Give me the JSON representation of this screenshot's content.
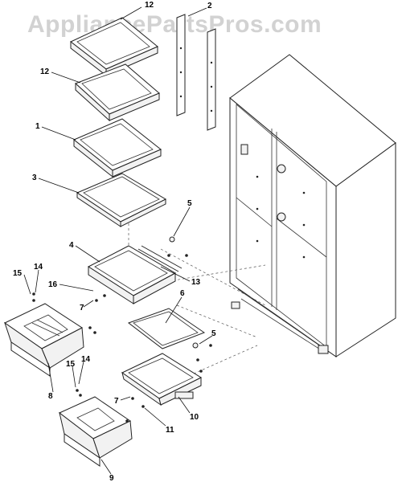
{
  "watermark": "AppliancePartsPros.com",
  "callouts": [
    {
      "id": "12a",
      "text": "12"
    },
    {
      "id": "2",
      "text": "2"
    },
    {
      "id": "12b",
      "text": "12"
    },
    {
      "id": "1",
      "text": "1"
    },
    {
      "id": "3",
      "text": "3"
    },
    {
      "id": "5a",
      "text": "5"
    },
    {
      "id": "4",
      "text": "4"
    },
    {
      "id": "13",
      "text": "13"
    },
    {
      "id": "14a",
      "text": "14"
    },
    {
      "id": "15a",
      "text": "15"
    },
    {
      "id": "16",
      "text": "16"
    },
    {
      "id": "7a",
      "text": "7"
    },
    {
      "id": "6",
      "text": "6"
    },
    {
      "id": "5b",
      "text": "5"
    },
    {
      "id": "8",
      "text": "8"
    },
    {
      "id": "15b",
      "text": "15"
    },
    {
      "id": "14b",
      "text": "14"
    },
    {
      "id": "7b",
      "text": "7"
    },
    {
      "id": "10",
      "text": "10"
    },
    {
      "id": "11",
      "text": "11"
    },
    {
      "id": "9",
      "text": "9"
    }
  ]
}
